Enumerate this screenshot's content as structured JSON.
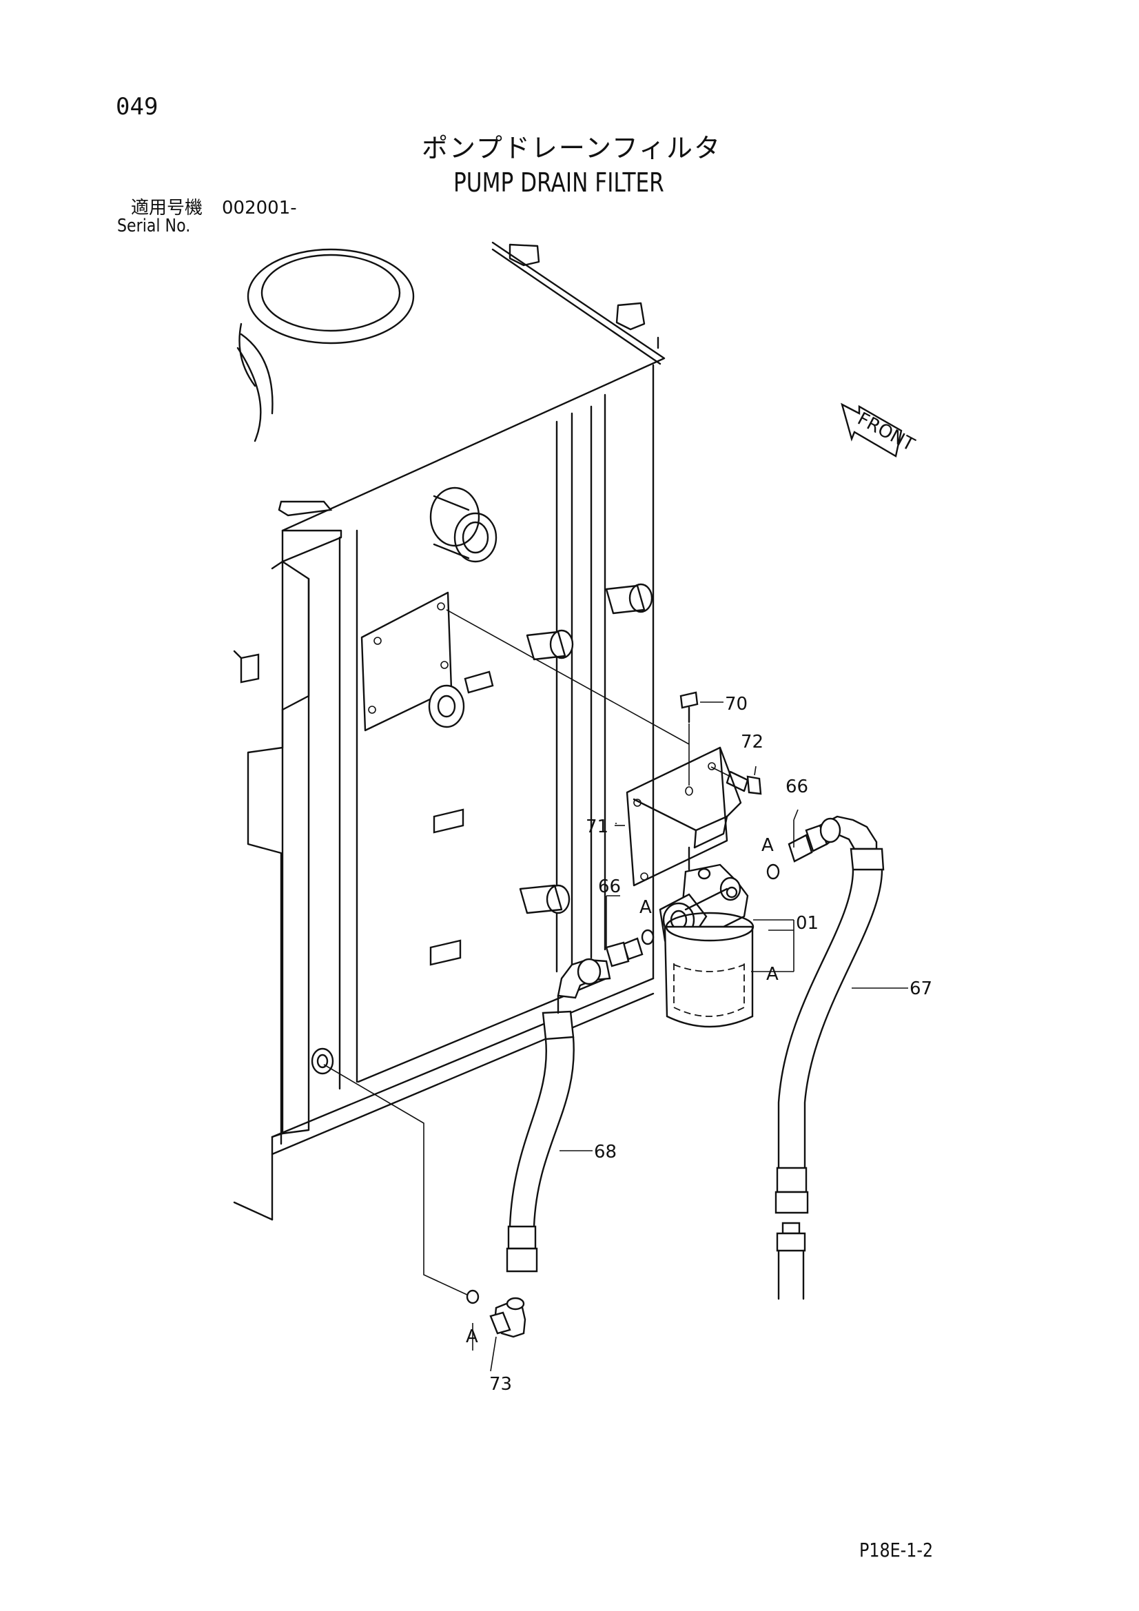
{
  "page_number": "049",
  "title_jp": "ポンプドレーンフィルタ",
  "title_en": "PUMP DRAIN FILTER",
  "serial": {
    "label_jp": "適用号機",
    "value": "002001-",
    "label_en": "Serial No."
  },
  "front_label": "FRONT",
  "callouts": {
    "c70": "70",
    "c72": "72",
    "c66a": "66",
    "c71": "71",
    "c66b": "66",
    "c01": "01",
    "c67": "67",
    "c68": "68",
    "c73": "73",
    "a1": "A",
    "a2": "A",
    "a3": "A",
    "a4": "A"
  },
  "footer_code": "P18E-1-2"
}
